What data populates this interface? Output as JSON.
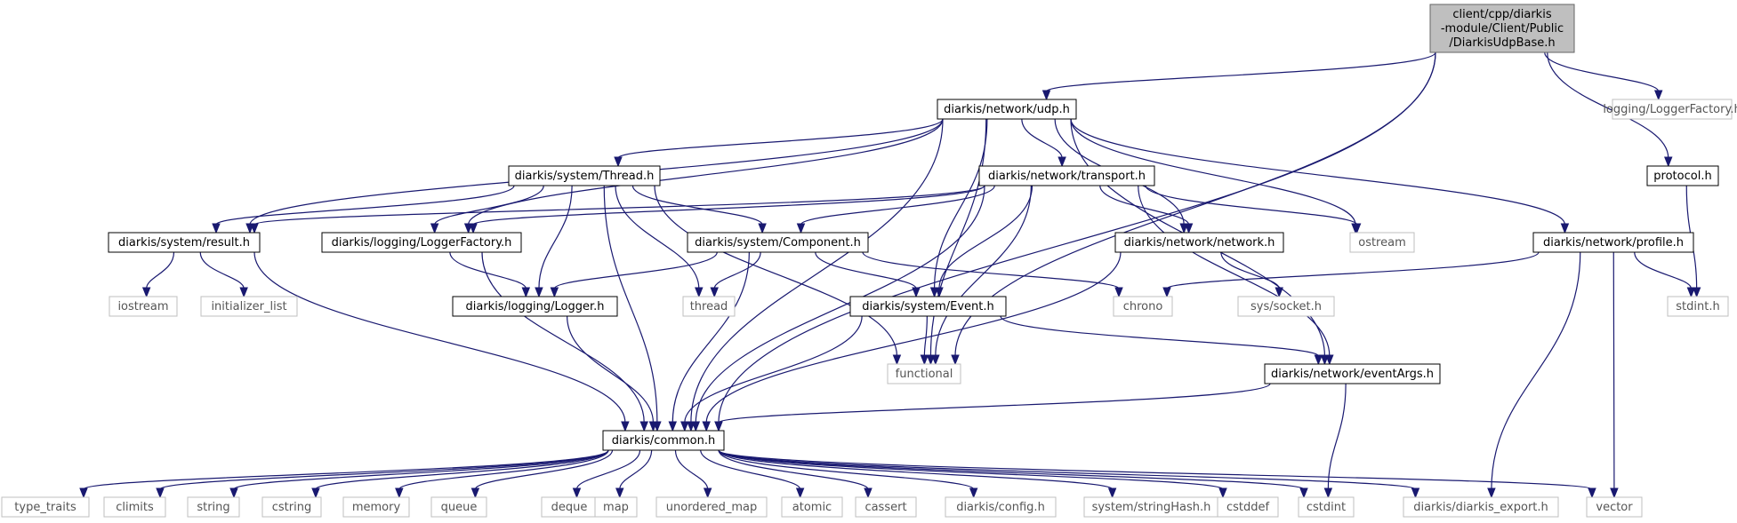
{
  "graph": {
    "nodes": [
      {
        "id": "root",
        "kind": "root",
        "lines": [
          "client/cpp/diarkis",
          "-module/Client/Public",
          "/DiarkisUdpBase.h"
        ]
      },
      {
        "id": "udp",
        "kind": "doc",
        "lines": [
          "diarkis/network/udp.h"
        ]
      },
      {
        "id": "logfac_ext",
        "kind": "ext",
        "lines": [
          "logging/LoggerFactory.h"
        ]
      },
      {
        "id": "protocol",
        "kind": "doc",
        "lines": [
          "protocol.h"
        ]
      },
      {
        "id": "thread_h",
        "kind": "doc",
        "lines": [
          "diarkis/system/Thread.h"
        ]
      },
      {
        "id": "transport",
        "kind": "doc",
        "lines": [
          "diarkis/network/transport.h"
        ]
      },
      {
        "id": "result",
        "kind": "doc",
        "lines": [
          "diarkis/system/result.h"
        ]
      },
      {
        "id": "logfac",
        "kind": "doc",
        "lines": [
          "diarkis/logging/LoggerFactory.h"
        ]
      },
      {
        "id": "component",
        "kind": "doc",
        "lines": [
          "diarkis/system/Component.h"
        ]
      },
      {
        "id": "network",
        "kind": "doc",
        "lines": [
          "diarkis/network/network.h"
        ]
      },
      {
        "id": "ostream",
        "kind": "ext",
        "lines": [
          "ostream"
        ]
      },
      {
        "id": "profile",
        "kind": "doc",
        "lines": [
          "diarkis/network/profile.h"
        ]
      },
      {
        "id": "iostream",
        "kind": "ext",
        "lines": [
          "iostream"
        ]
      },
      {
        "id": "initlist",
        "kind": "ext",
        "lines": [
          "initializer_list"
        ]
      },
      {
        "id": "logger",
        "kind": "doc",
        "lines": [
          "diarkis/logging/Logger.h"
        ]
      },
      {
        "id": "thread",
        "kind": "ext",
        "lines": [
          "thread"
        ]
      },
      {
        "id": "event",
        "kind": "doc",
        "lines": [
          "diarkis/system/Event.h"
        ]
      },
      {
        "id": "chrono",
        "kind": "ext",
        "lines": [
          "chrono"
        ]
      },
      {
        "id": "socket",
        "kind": "ext",
        "lines": [
          "sys/socket.h"
        ]
      },
      {
        "id": "stdint",
        "kind": "ext",
        "lines": [
          "stdint.h"
        ]
      },
      {
        "id": "functional",
        "kind": "ext",
        "lines": [
          "functional"
        ]
      },
      {
        "id": "eventargs",
        "kind": "doc",
        "lines": [
          "diarkis/network/eventArgs.h"
        ]
      },
      {
        "id": "common",
        "kind": "doc",
        "lines": [
          "diarkis/common.h"
        ]
      },
      {
        "id": "type_traits",
        "kind": "ext",
        "lines": [
          "type_traits"
        ]
      },
      {
        "id": "climits",
        "kind": "ext",
        "lines": [
          "climits"
        ]
      },
      {
        "id": "string",
        "kind": "ext",
        "lines": [
          "string"
        ]
      },
      {
        "id": "cstring",
        "kind": "ext",
        "lines": [
          "cstring"
        ]
      },
      {
        "id": "memory",
        "kind": "ext",
        "lines": [
          "memory"
        ]
      },
      {
        "id": "queue",
        "kind": "ext",
        "lines": [
          "queue"
        ]
      },
      {
        "id": "deque",
        "kind": "ext",
        "lines": [
          "deque"
        ]
      },
      {
        "id": "map",
        "kind": "ext",
        "lines": [
          "map"
        ]
      },
      {
        "id": "unordered_map",
        "kind": "ext",
        "lines": [
          "unordered_map"
        ]
      },
      {
        "id": "atomic",
        "kind": "ext",
        "lines": [
          "atomic"
        ]
      },
      {
        "id": "cassert",
        "kind": "ext",
        "lines": [
          "cassert"
        ]
      },
      {
        "id": "config",
        "kind": "ext",
        "lines": [
          "diarkis/config.h"
        ]
      },
      {
        "id": "stringhash",
        "kind": "ext",
        "lines": [
          "system/stringHash.h"
        ]
      },
      {
        "id": "cstddef",
        "kind": "ext",
        "lines": [
          "cstddef"
        ]
      },
      {
        "id": "cstdint",
        "kind": "ext",
        "lines": [
          "cstdint"
        ]
      },
      {
        "id": "export",
        "kind": "ext",
        "lines": [
          "diarkis/diarkis_export.h"
        ]
      },
      {
        "id": "vector",
        "kind": "ext",
        "lines": [
          "vector"
        ]
      }
    ],
    "edges": [
      [
        "root",
        "udp"
      ],
      [
        "root",
        "logfac_ext"
      ],
      [
        "root",
        "protocol"
      ],
      [
        "root",
        "functional"
      ],
      [
        "root",
        "common"
      ],
      [
        "udp",
        "thread_h"
      ],
      [
        "udp",
        "transport"
      ],
      [
        "udp",
        "result"
      ],
      [
        "udp",
        "logfac"
      ],
      [
        "udp",
        "network"
      ],
      [
        "udp",
        "ostream"
      ],
      [
        "udp",
        "profile"
      ],
      [
        "udp",
        "event"
      ],
      [
        "udp",
        "functional"
      ],
      [
        "udp",
        "eventargs"
      ],
      [
        "udp",
        "common"
      ],
      [
        "thread_h",
        "result"
      ],
      [
        "thread_h",
        "logfac"
      ],
      [
        "thread_h",
        "component"
      ],
      [
        "thread_h",
        "logger"
      ],
      [
        "thread_h",
        "thread"
      ],
      [
        "thread_h",
        "functional"
      ],
      [
        "thread_h",
        "common"
      ],
      [
        "transport",
        "result"
      ],
      [
        "transport",
        "logfac"
      ],
      [
        "transport",
        "component"
      ],
      [
        "transport",
        "network"
      ],
      [
        "transport",
        "ostream"
      ],
      [
        "transport",
        "event"
      ],
      [
        "transport",
        "functional"
      ],
      [
        "transport",
        "eventargs"
      ],
      [
        "transport",
        "common"
      ],
      [
        "result",
        "iostream"
      ],
      [
        "result",
        "initlist"
      ],
      [
        "result",
        "common"
      ],
      [
        "logfac",
        "logger"
      ],
      [
        "logfac",
        "common"
      ],
      [
        "component",
        "logger"
      ],
      [
        "component",
        "thread"
      ],
      [
        "component",
        "event"
      ],
      [
        "component",
        "chrono"
      ],
      [
        "component",
        "common"
      ],
      [
        "network",
        "socket"
      ],
      [
        "network",
        "common"
      ],
      [
        "profile",
        "chrono"
      ],
      [
        "profile",
        "stdint"
      ],
      [
        "profile",
        "vector"
      ],
      [
        "profile",
        "export"
      ],
      [
        "protocol",
        "stdint"
      ],
      [
        "logger",
        "common"
      ],
      [
        "event",
        "functional"
      ],
      [
        "event",
        "eventargs"
      ],
      [
        "event",
        "common"
      ],
      [
        "eventargs",
        "common"
      ],
      [
        "eventargs",
        "cstdint"
      ],
      [
        "common",
        "type_traits"
      ],
      [
        "common",
        "climits"
      ],
      [
        "common",
        "string"
      ],
      [
        "common",
        "cstring"
      ],
      [
        "common",
        "memory"
      ],
      [
        "common",
        "queue"
      ],
      [
        "common",
        "deque"
      ],
      [
        "common",
        "map"
      ],
      [
        "common",
        "unordered_map"
      ],
      [
        "common",
        "atomic"
      ],
      [
        "common",
        "cassert"
      ],
      [
        "common",
        "config"
      ],
      [
        "common",
        "stringhash"
      ],
      [
        "common",
        "cstddef"
      ],
      [
        "common",
        "cstdint"
      ],
      [
        "common",
        "export"
      ],
      [
        "common",
        "vector"
      ]
    ]
  }
}
